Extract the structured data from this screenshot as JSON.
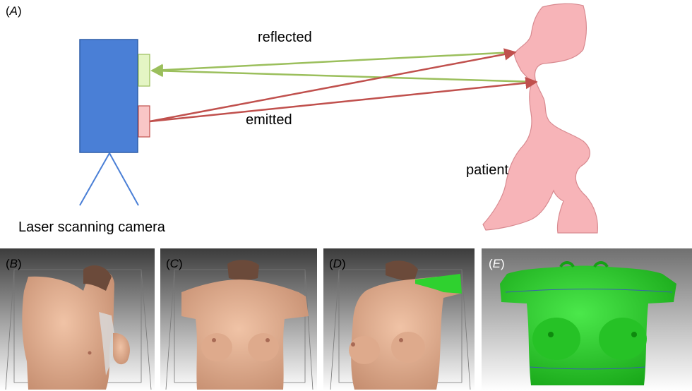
{
  "panel_a": {
    "tag": "A",
    "labels": {
      "reflected": "reflected",
      "emitted": "emitted",
      "patient": "patient",
      "camera": "Laser scanning camera"
    },
    "colors": {
      "camera_body": "#4a7fd6",
      "camera_outline": "#2e5fa8",
      "reflected_beam": "#9bbf5c",
      "emitted_beam": "#c0504d",
      "patient_fill": "#f7b4b8",
      "patient_outline": "#d88a90",
      "emitter_box": "#f9c6c6",
      "receiver_box": "#e4f5c4"
    }
  },
  "panels": [
    {
      "tag": "B",
      "description_icon": "raw-scan-left-view"
    },
    {
      "tag": "C",
      "description_icon": "raw-scan-front-view"
    },
    {
      "tag": "D",
      "description_icon": "raw-scan-right-view"
    },
    {
      "tag": "E",
      "description_icon": "merged-3d-mesh"
    }
  ],
  "colors": {
    "skin": "#e6b394",
    "mesh_green": "#2fd12f",
    "panel_bg_top": "#3c3c3c",
    "panel_bg_bottom": "#ffffff"
  }
}
